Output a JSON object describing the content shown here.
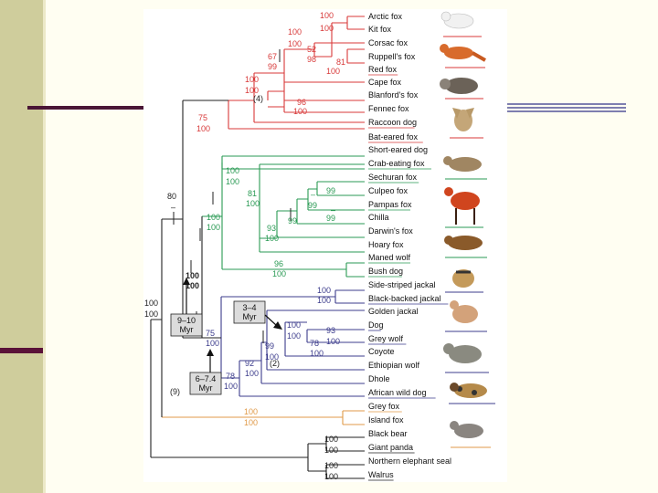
{
  "colors": {
    "canid_red": "#d83a3a",
    "canid_green": "#2a9a54",
    "canid_blue": "#3c3c8c",
    "urocyon_orange": "#e09a48",
    "outgroup_black": "#222222"
  },
  "taxa": [
    "Arctic fox",
    "Kit fox",
    "Corsac fox",
    "Ruppell's fox",
    "Red fox",
    "Cape fox",
    "Blanford's fox",
    "Fennec fox",
    "Raccoon dog",
    "Bat-eared fox",
    "Short-eared dog",
    "Crab-eating fox",
    "Sechuran fox",
    "Culpeo fox",
    "Pampas fox",
    "Chilla",
    "Darwin's fox",
    "Hoary fox",
    "Maned wolf",
    "Bush dog",
    "Side-striped jackal",
    "Black-backed jackal",
    "Golden jackal",
    "Dog",
    "Grey wolf",
    "Coyote",
    "Ethiopian wolf",
    "Dhole",
    "African wild dog",
    "Grey fox",
    "Island fox",
    "Black bear",
    "Giant panda",
    "Northern elephant seal",
    "Walrus"
  ],
  "support": {
    "arctic_kit": [
      "100",
      "100"
    ],
    "vulpes_core": [
      "100",
      "100"
    ],
    "corsac": [
      "52",
      "98"
    ],
    "ruppell_red": [
      "81",
      "100"
    ],
    "vulpes_all": [
      "67",
      "99"
    ],
    "cape": [
      "100",
      "100"
    ],
    "blanford_fennec": [
      "96",
      "100"
    ],
    "polytomy_a": "(4)",
    "red_clade": [
      "75",
      "100"
    ],
    "all_canids": [
      "80",
      "–"
    ],
    "shortear_crab": [
      "100",
      "100"
    ],
    "south_am": [
      "81",
      "100"
    ],
    "sechuran_culpeo": [
      "–",
      "99"
    ],
    "sech_cul_pam": [
      "–",
      "99"
    ],
    "pampas_chilla": [
      "–",
      "99"
    ],
    "sa_core": [
      "99",
      ""
    ],
    "darwin_hoary": [
      "93",
      "100"
    ],
    "maned_bush": [
      "96",
      "100"
    ],
    "green_clade": [
      "100",
      "100"
    ],
    "red_green": [
      "100",
      "100"
    ],
    "jackals": [
      "100",
      "100"
    ],
    "gj_wolf": [
      "100",
      "100"
    ],
    "dog_wolf": [
      "93",
      "100"
    ],
    "wolf_coyote": [
      "78",
      "100"
    ],
    "wolf_ethiopian": [
      "99",
      "100"
    ],
    "wolf_dhole": [
      "92",
      "100"
    ],
    "polytomy_b": "(2)",
    "blue_clade": [
      "78",
      "100"
    ],
    "canini": [
      "75",
      "100"
    ],
    "canidae": [
      "100",
      "100"
    ],
    "polytomy_c": "(9)",
    "urocyon": [
      "100",
      "100"
    ],
    "ursids": [
      "100",
      "100"
    ],
    "pinnipeds": [
      "100",
      "100"
    ]
  },
  "dates": {
    "d1": [
      "9–10",
      "Myr"
    ],
    "d2": [
      "6–7.4",
      "Myr"
    ],
    "d3": [
      "3–4",
      "Myr"
    ]
  }
}
